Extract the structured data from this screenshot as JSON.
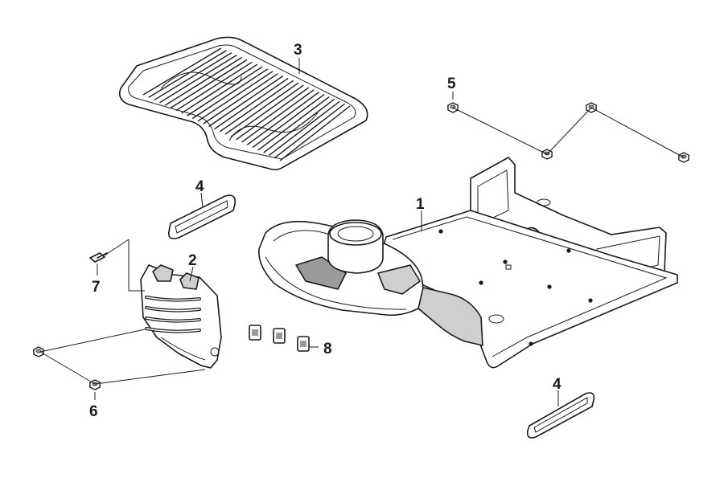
{
  "callouts": {
    "c1": "1",
    "c2": "2",
    "c3": "3",
    "c4a": "4",
    "c4b": "4",
    "c5": "5",
    "c6": "6",
    "c7": "7",
    "c8": "8"
  },
  "colors": {
    "line": "#1a1a1a",
    "fill": "#ffffff",
    "shade": "#cfcfcf",
    "dark": "#9a9a9a"
  }
}
